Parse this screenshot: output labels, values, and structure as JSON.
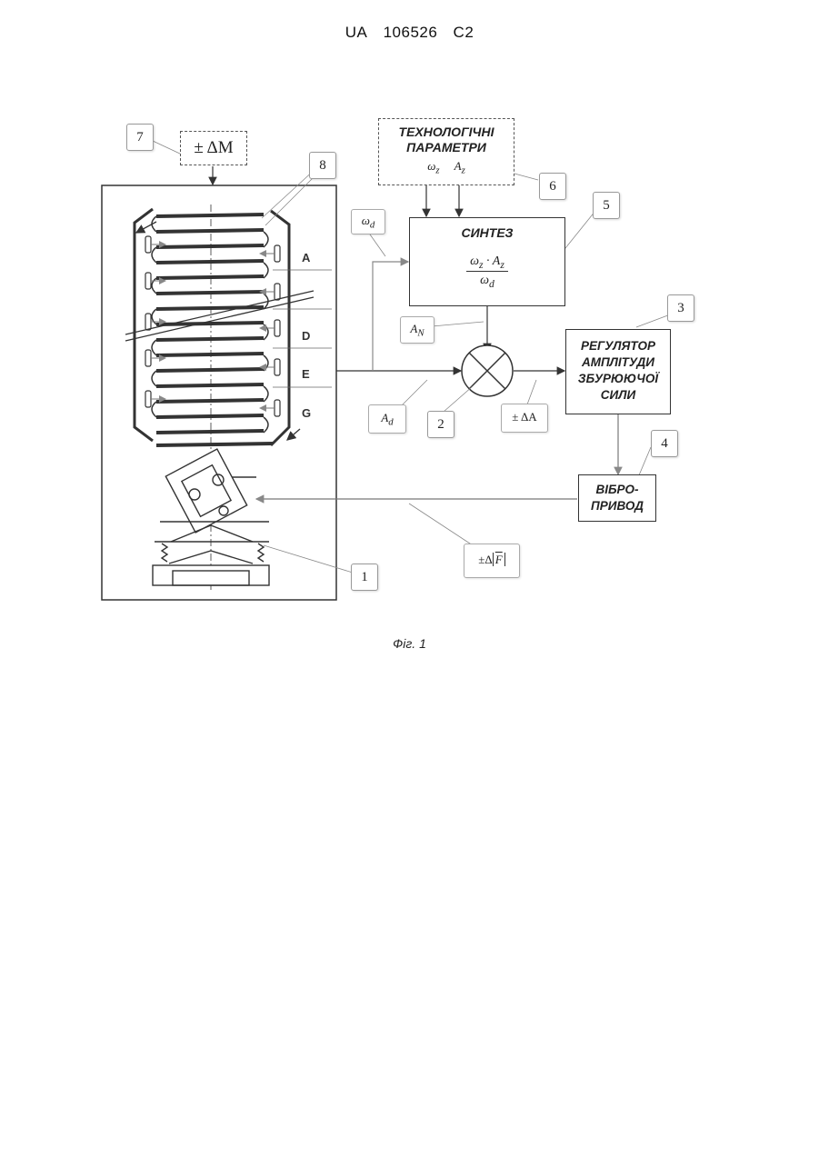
{
  "header": {
    "country": "UA",
    "number": "106526",
    "kind": "C2"
  },
  "blocks": {
    "tech_params": {
      "line1": "ТЕХНОЛОГІЧНІ",
      "line2": "ПАРАМЕТРИ",
      "sym1": "ω",
      "sub1": "z",
      "sym2": "A",
      "sub2": "z"
    },
    "synthesis": {
      "title": "СИНТЕЗ",
      "num": "ω",
      "num_sub": "z",
      "dot": " · ",
      "num2": "A",
      "num2_sub": "z",
      "den": "ω",
      "den_sub": "d"
    },
    "regulator": {
      "line1": "РЕГУЛЯТОР",
      "line2": "АМПЛІТУДИ",
      "line3": "ЗБУРЮЮЧОЇ",
      "line4": "СИЛИ"
    },
    "vibro": {
      "line1": "ВІБРО-",
      "line2": "ПРИВОД"
    },
    "moment": {
      "text": "± ΔM"
    }
  },
  "signals": {
    "omega_d": {
      "sym": "ω",
      "sub": "d"
    },
    "A_N": {
      "sym": "A",
      "sub": "N"
    },
    "A_d": {
      "sym": "A",
      "sub": "d"
    },
    "delta_A": "± ΔA",
    "delta_F": {
      "pre": "±Δ",
      "sym": "F"
    }
  },
  "callouts": [
    "1",
    "2",
    "3",
    "4",
    "5",
    "6",
    "7",
    "8"
  ],
  "level_letters": [
    "A",
    "D",
    "E",
    "G"
  ],
  "caption": "Фіг. 1"
}
